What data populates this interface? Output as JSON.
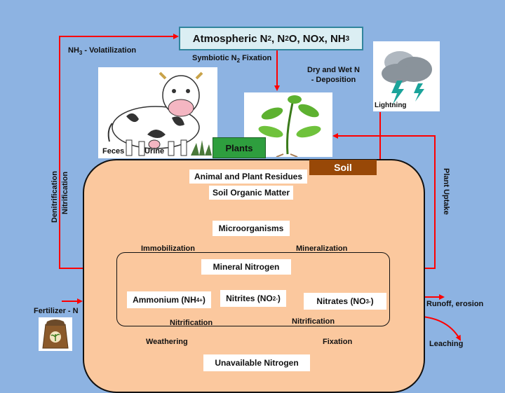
{
  "title": {
    "prefix": "Atmospheric N",
    "sub1": "2",
    "mid": ", N",
    "sub2": "2",
    "mid2": "O, NOx, NH",
    "sub3": "3"
  },
  "labels": {
    "volatilization_pre": "NH",
    "volatilization_sub": "3",
    "volatilization_post": " - Volatilization",
    "symbiotic_pre": "Symbiotic N",
    "symbiotic_sub": "2",
    "symbiotic_post": " Fixation",
    "deposition_line1": "Dry and Wet N",
    "deposition_line2": "- Deposition",
    "lightning": "Lightning",
    "feces": "Feces",
    "urine": "Urine",
    "plants": "Plants",
    "soil": "Soil",
    "denitrification": "Denitrification",
    "nitrification_side": "Nitrification",
    "plant_uptake": "Plant Uptake",
    "residues": "Animal and Plant Residues",
    "som": "Soil Organic Matter",
    "microorganisms": "Microorganisms",
    "immobilization": "Immobilization",
    "mineralization": "Mineralization",
    "mineral_n": "Mineral Nitrogen",
    "ammonium_pre": "Ammonium (NH",
    "ammonium_sub": "4",
    "ammonium_sup": "+",
    "ammonium_post": ")",
    "nitrites_pre": "Nitrites (NO",
    "nitrites_sub": "2",
    "nitrites_sup": "-",
    "nitrites_post": ")",
    "nitrates_pre": "Nitrates (NO",
    "nitrates_sub": "3",
    "nitrates_sup": "-",
    "nitrates_post": ")",
    "nitrification_1": "Nitrification",
    "nitrification_2": "Nitrification",
    "weathering": "Weathering",
    "fixation": "Fixation",
    "unavailable_n": "Unavailable Nitrogen",
    "fertilizer": "Fertilizer - N",
    "runoff": "Runoff, erosion",
    "leaching": "Leaching"
  },
  "colors": {
    "background": "#8db3e2",
    "arrow": "#ff0000",
    "soil_fill": "#fbc89e",
    "soil_label": "#984807",
    "plants_label": "#2e9e3e",
    "atmosphere_fill": "#dbeef3",
    "atmosphere_border": "#31859c"
  },
  "icons": [
    "cow-icon",
    "plant-icon",
    "lightning-cloud-icon",
    "fertilizer-bag-icon",
    "grass-icon"
  ]
}
